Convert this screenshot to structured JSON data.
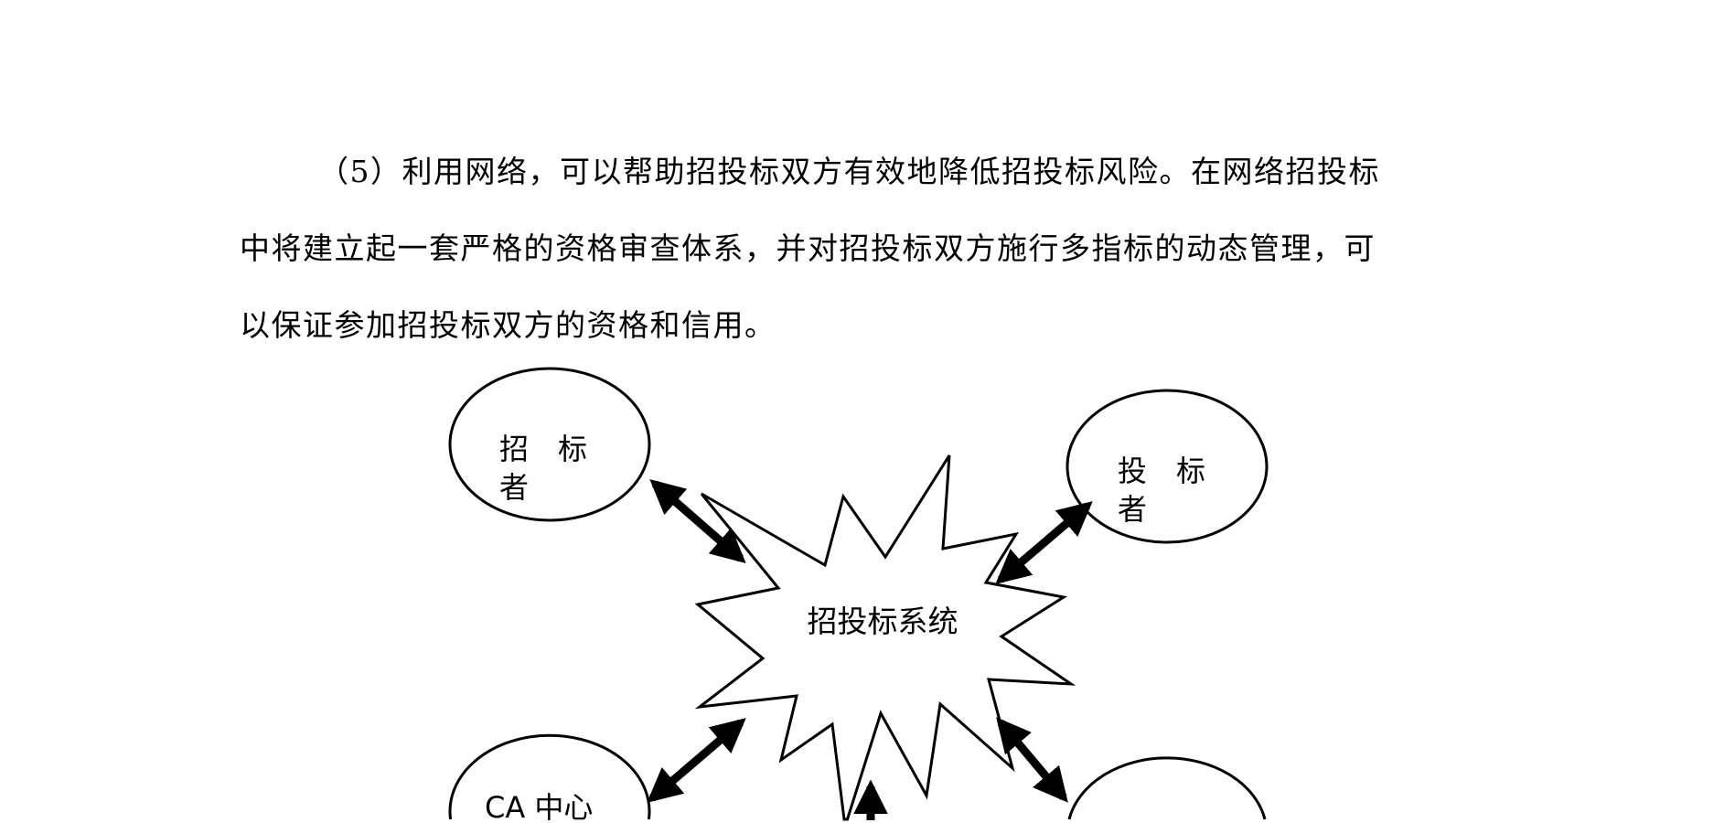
{
  "paragraph": {
    "lines": [
      "（5）利用网络，可以帮助招投标双方有效地降低招投标风险。在网络招投标",
      "中将建立起一套严格的资格审查体系，并对招投标双方施行多指标的动态管理，可",
      "以保证参加招投标双方的资格和信用。"
    ]
  },
  "diagram": {
    "center_label": "招投标系统",
    "nodes": {
      "tenderer": {
        "line1": "招　标",
        "line2": "者"
      },
      "bidder": {
        "line1": "投　标",
        "line2": "者"
      },
      "ca_center": {
        "line1": "CA 中心"
      }
    }
  }
}
